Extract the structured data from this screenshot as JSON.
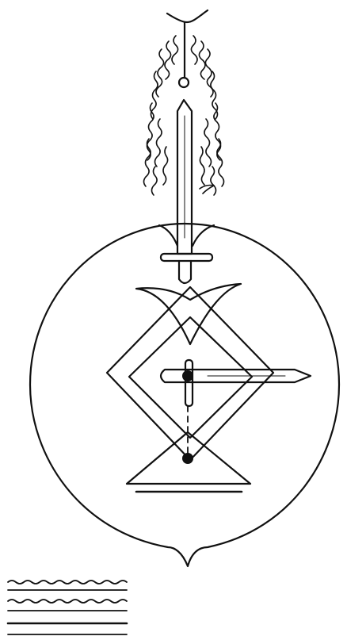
{
  "figure": {
    "kind": "ritual sigil drawing (black ink on white)",
    "colors": {
      "background": "#ffffff",
      "ink": "#111111"
    },
    "elements": [
      "crescent-top-mark",
      "feathered-sword",
      "pommel-ring",
      "sword-crossguard",
      "enclosing-circle",
      "circle-bottom-point",
      "upper-horn-shape",
      "outer-diamond",
      "inner-diamond",
      "horizontal-sword",
      "vertical-dashed-line",
      "center-dot",
      "lower-dot",
      "lower-triangle",
      "base-line",
      "wavy-lines-legend"
    ]
  }
}
